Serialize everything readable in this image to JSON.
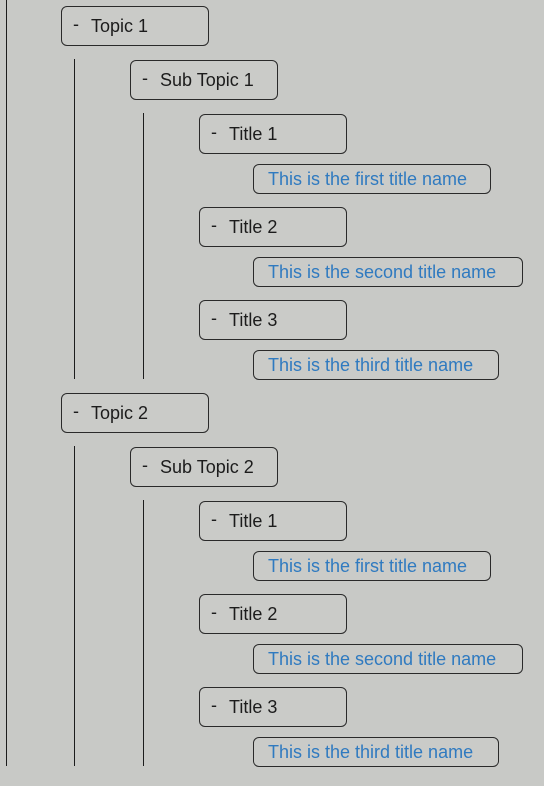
{
  "toggle_symbol": "-",
  "tree": [
    {
      "label": "Topic 1",
      "subtopic": {
        "label": "Sub Topic 1",
        "titles": [
          {
            "label": "Title 1",
            "desc": "This is the first title name"
          },
          {
            "label": "Title 2",
            "desc": "This is the second title name"
          },
          {
            "label": "Title 3",
            "desc": "This is the third title name"
          }
        ]
      }
    },
    {
      "label": "Topic 2",
      "subtopic": {
        "label": "Sub Topic 2",
        "titles": [
          {
            "label": "Title 1",
            "desc": "This is the first title name"
          },
          {
            "label": "Title 2",
            "desc": "This is the second title name"
          },
          {
            "label": "Title 3",
            "desc": "This is the third title name"
          }
        ]
      }
    }
  ],
  "colors": {
    "background": "#c8c9c6",
    "border": "#2a2a2a",
    "description_text": "#2f7ac0",
    "node_text": "#1c1c1c"
  }
}
